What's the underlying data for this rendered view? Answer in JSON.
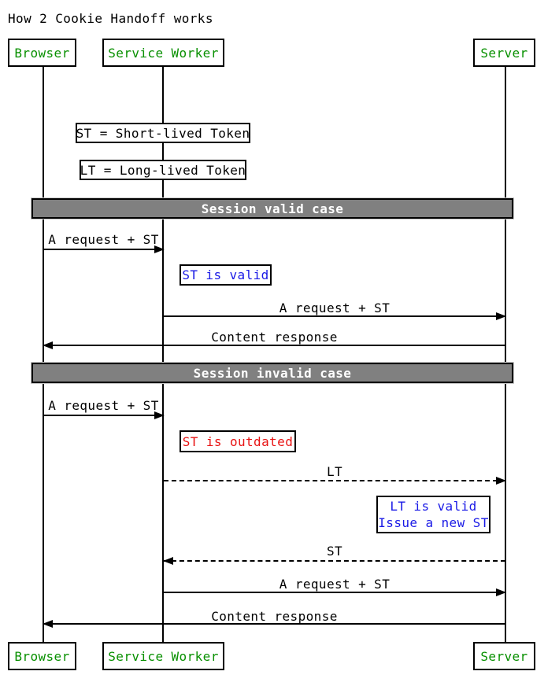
{
  "title": "How 2 Cookie Handoff works",
  "actors": {
    "browser": {
      "label": "Browser"
    },
    "service_worker": {
      "label": "Service Worker"
    },
    "server": {
      "label": "Server"
    }
  },
  "legend_notes": {
    "st_definition": "ST = Short-lived Token",
    "lt_definition": "LT = Long-lived Token"
  },
  "sections": {
    "valid": {
      "title": "Session valid case"
    },
    "invalid": {
      "title": "Session invalid case"
    }
  },
  "messages": [
    {
      "label": "A request + ST",
      "from": "Browser",
      "to": "Service Worker",
      "line": "solid",
      "direction": "right"
    },
    {
      "label": "A request + ST",
      "from": "Service Worker",
      "to": "Server",
      "line": "solid",
      "direction": "right"
    },
    {
      "label": "Content response",
      "from": "Server",
      "to": "Browser",
      "line": "solid",
      "direction": "left"
    },
    {
      "label": "A request + ST",
      "from": "Browser",
      "to": "Service Worker",
      "line": "solid",
      "direction": "right"
    },
    {
      "label": "LT",
      "from": "Service Worker",
      "to": "Server",
      "line": "dashed",
      "direction": "right"
    },
    {
      "label": "ST",
      "from": "Server",
      "to": "Service Worker",
      "line": "dashed",
      "direction": "left"
    },
    {
      "label": "A request + ST",
      "from": "Service Worker",
      "to": "Server",
      "line": "solid",
      "direction": "right"
    },
    {
      "label": "Content response",
      "from": "Server",
      "to": "Browser",
      "line": "solid",
      "direction": "left"
    }
  ],
  "inline_notes": {
    "st_valid": {
      "text": "ST is valid"
    },
    "st_outdated": {
      "text": "ST is outdated"
    },
    "lt_valid": {
      "lines": [
        "LT is valid",
        "Issue a new ST"
      ]
    }
  },
  "colors": {
    "actor_text": "#089000",
    "info_note_text": "#1a1ae6",
    "error_note_text": "#e81313",
    "section_bg": "#808080",
    "section_text": "#ffffff",
    "line": "#000000",
    "background": "#ffffff"
  }
}
